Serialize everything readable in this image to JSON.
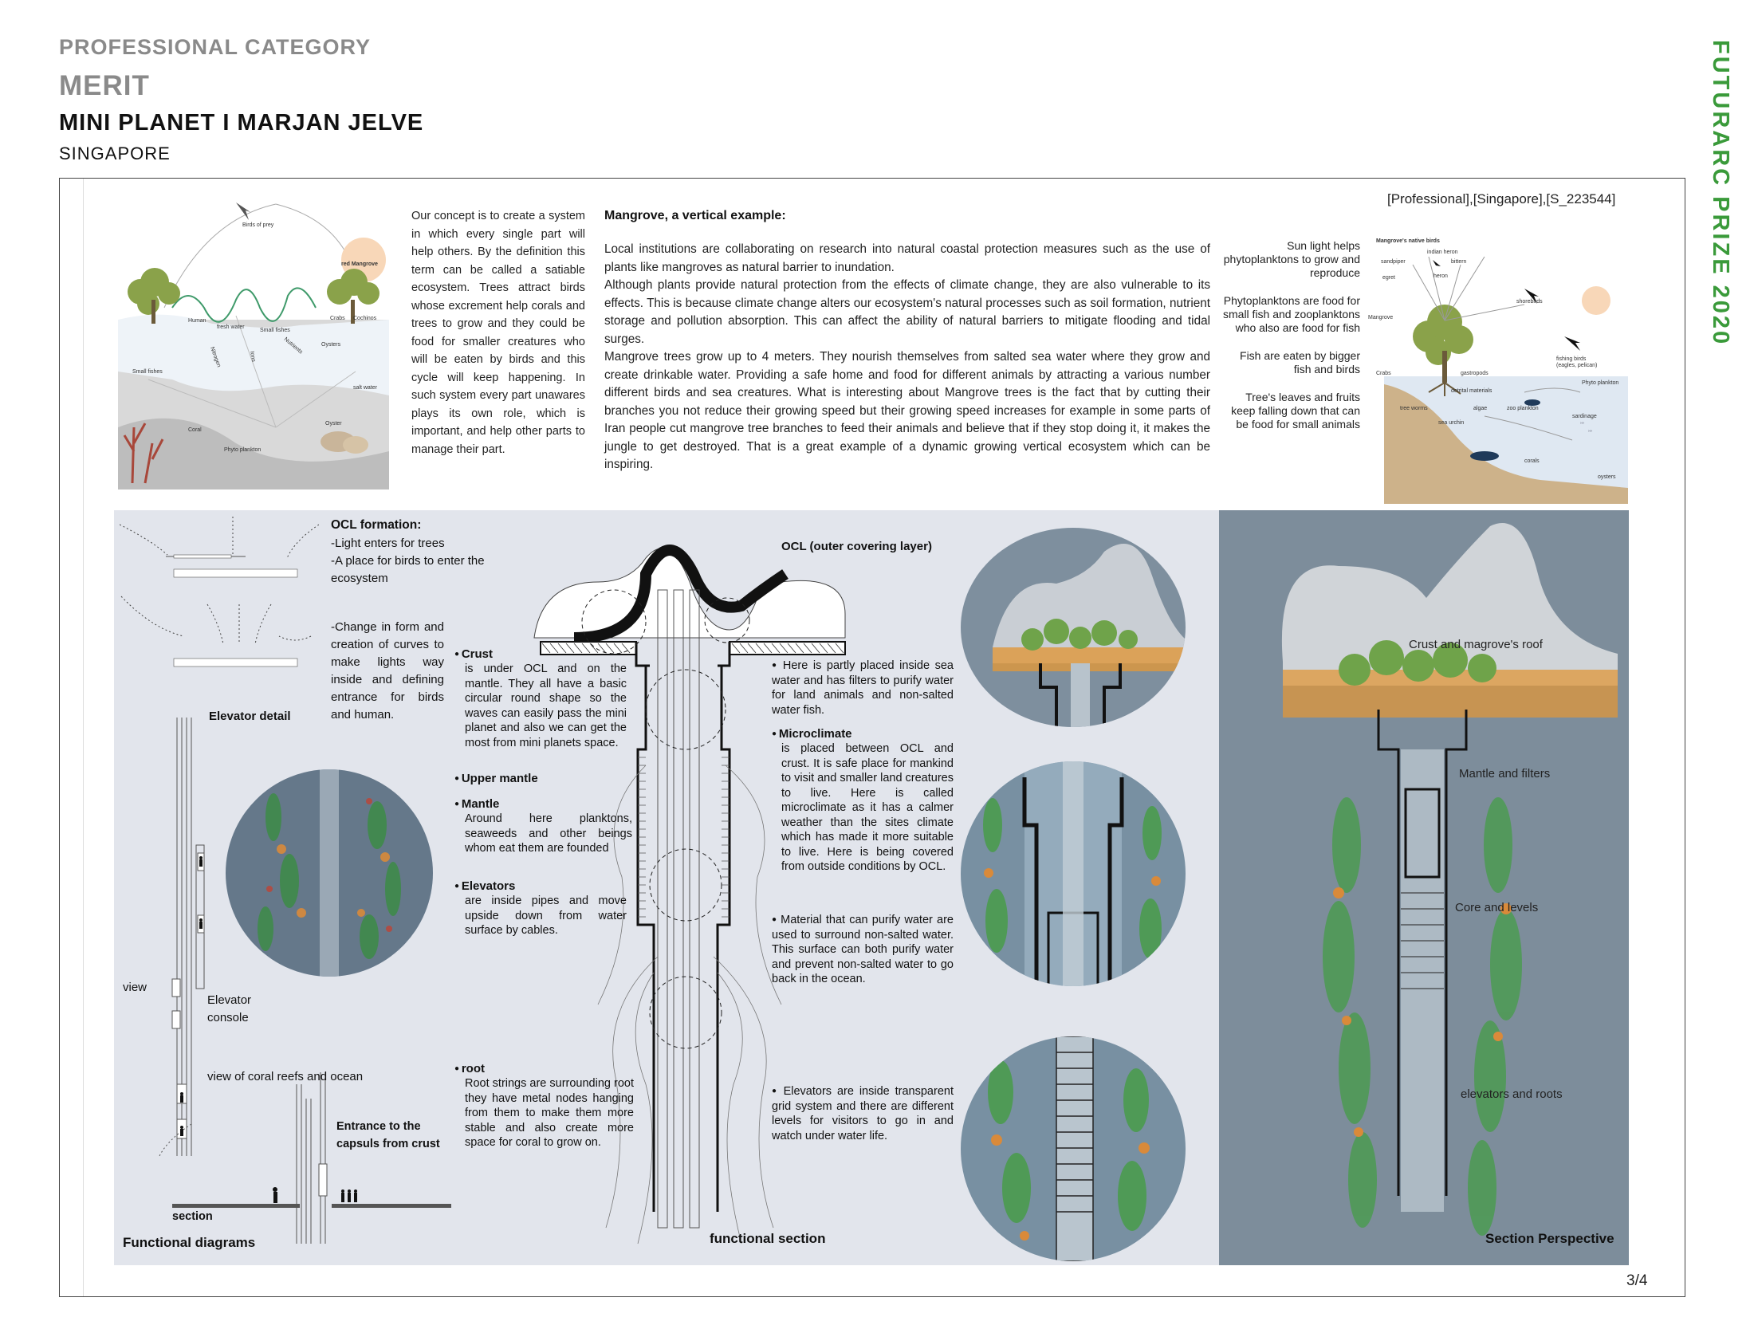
{
  "header": {
    "category": "PROFESSIONAL CATEGORY",
    "award": "MERIT",
    "title": "MINI PLANET I MARJAN JELVE",
    "location": "SINGAPORE",
    "prize": "FUTURARC PRIZE 2020"
  },
  "ref_code": "[Professional],[Singapore],[S_223544]",
  "concept_text": "Our concept is to create a system in which every single part will help others. By the definition this term can be called a satiable ecosystem. Trees attract birds whose excrement help corals and trees to grow and they could be food for smaller creatures who will be eaten by birds and this cycle will keep happening. In such system every part unawares plays its own role, which is important, and help other parts to manage their part.",
  "mangrove": {
    "title": "Mangrove, a vertical example:",
    "paragraphs": [
      "Local institutions are collaborating on research into natural coastal protection measures such as the use of plants like mangroves as natural barrier to inundation.",
      "Although plants provide natural protection from the effects of climate change, they are also vulnerable to its effects. This is because climate change alters our ecosystem's natural processes such as soil formation, nutrient storage and pollution absorption. This can affect the ability of natural barriers to mitigate flooding and tidal surges.",
      "Mangrove trees grow up to 4 meters. They nourish themselves from salted sea water where they grow and create drinkable water. Providing a safe home and food for different animals by attracting a various number different birds and sea creatures. What is interesting about Mangrove trees is the fact that by cutting their branches you not reduce their growing speed but their growing speed increases for example in some parts of Iran people cut mangrove tree branches to feed their animals and believe that if they stop doing it, it makes the jungle to get destroyed. That is a great example of a dynamic growing vertical ecosystem which can be inspiring."
    ]
  },
  "side_notes": [
    "Sun light helps phytoplanktons to grow and reproduce",
    "Phytoplanktons are food for small fish and zooplanktons who also are food for fish",
    "Fish are eaten by bigger fish and birds",
    "Tree's leaves and fruits keep falling down that can be food for small animals"
  ],
  "eco_diagram": {
    "labels": [
      "Birds of prey",
      "red Mangrove",
      "Human",
      "fresh water",
      "Small fishes",
      "Crabs",
      "Cochinos",
      "Oysters",
      "Small fishes",
      "salt water",
      "Coral",
      "Oyster",
      "Phyto plankton",
      "Nitrogen",
      "Ions",
      "Nutrients"
    ]
  },
  "food_web": {
    "labels": [
      "Mangrove's native birds",
      "indian heron",
      "sandpiper",
      "bittern",
      "egret",
      "heron",
      "shorebirds",
      "fishing birds",
      "(eagles, pelican)",
      "Mangrove",
      "Crabs",
      "gastropods",
      "Phyto plankton",
      "detrital materials",
      "tree worms",
      "algae",
      "zoo plankton",
      "sea urchin",
      "sardinage",
      "corals",
      "oysters"
    ]
  },
  "functional": {
    "ocl_formation_title": "OCL formation:",
    "ocl_formation_lines": [
      "-Light enters for trees",
      "-A place for birds to enter the ecosystem"
    ],
    "curves_text": "-Change in form and creation of curves to make lights way inside and defining entrance for birds and human.",
    "elevator_detail": "Elevator detail",
    "view": "view",
    "elevator_console": "Elevator console",
    "view_coral": "view of coral reefs and ocean",
    "entrance": "Entrance to the capsuls from crust",
    "section": "section",
    "diagrams_title": "Functional diagrams",
    "ocl_label": "OCL (outer covering layer)",
    "functional_section": "functional section",
    "crust_title": "Crust",
    "crust_text": "is under OCL and on the mantle. They all have a basic circular round shape so the waves can easily pass the mini planet and also we can get the most from mini planets space.",
    "upper_mantle": "Upper mantle",
    "mantle_title": "Mantle",
    "mantle_text": "Around here planktons, seaweeds and other beings whom eat them are founded",
    "elevators_title": "Elevators",
    "elevators_text": "are inside pipes and move upside down from water surface by cables.",
    "root_title": "root",
    "root_text": "Root strings are surrounding root they have metal nodes hanging from them to make them more stable and also create more space for coral to grow on.",
    "sea_water_text": "Here is partly placed inside sea water and has filters to purify water for land animals and non-salted water fish.",
    "micro_title": "Microclimate",
    "micro_text": "is placed between OCL and crust. It is safe place for mankind to visit and smaller land creatures to live. Here is called microclimate as it has a calmer weather than the sites climate which has made it more suitable to live. Here is being covered from outside conditions by OCL.",
    "material_text": "Material that can purify water are used to surround non-salted water. This surface can both purify water and prevent non-salted water to go back in the ocean.",
    "elev_grid_text": "Elevators are inside transparent grid system and there are different levels for visitors to go in and watch under water life."
  },
  "perspective": {
    "crust": "Crust and magrove's roof",
    "mantle": "Mantle and filters",
    "core": "Core and levels",
    "roots": "elevators and roots",
    "title": "Section Perspective"
  },
  "page_number": "3/4",
  "colors": {
    "prize_green": "#3a9a3a",
    "header_gray": "#8a8a8a",
    "panel_bg": "#e2e5ec",
    "sea": "#7d8d9b"
  }
}
